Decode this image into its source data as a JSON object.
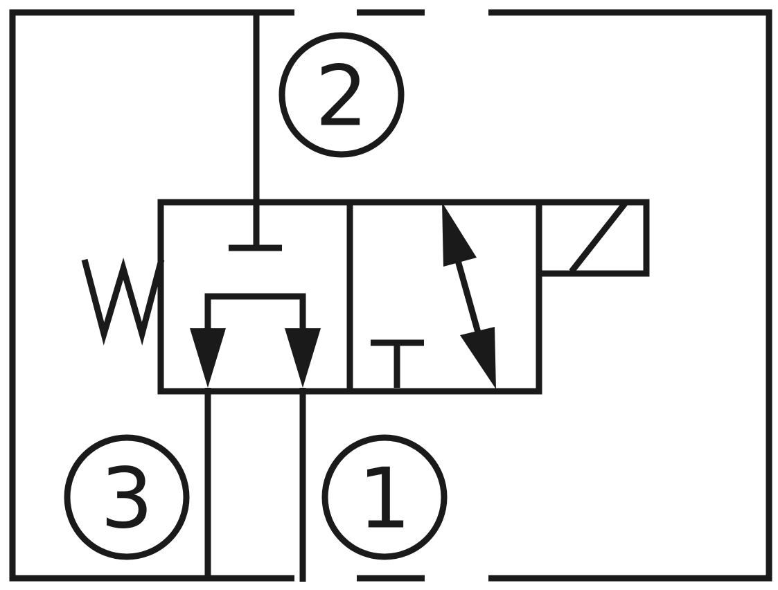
{
  "diagram": {
    "type": "3/2 solenoid valve hydraulic symbol",
    "ports": [
      {
        "id": "port-2",
        "label": "2"
      },
      {
        "id": "port-3",
        "label": "3"
      },
      {
        "id": "port-1",
        "label": "1"
      }
    ],
    "spring_label": "W",
    "stroke_color": "#1a1a1a",
    "background_color": "#ffffff"
  }
}
